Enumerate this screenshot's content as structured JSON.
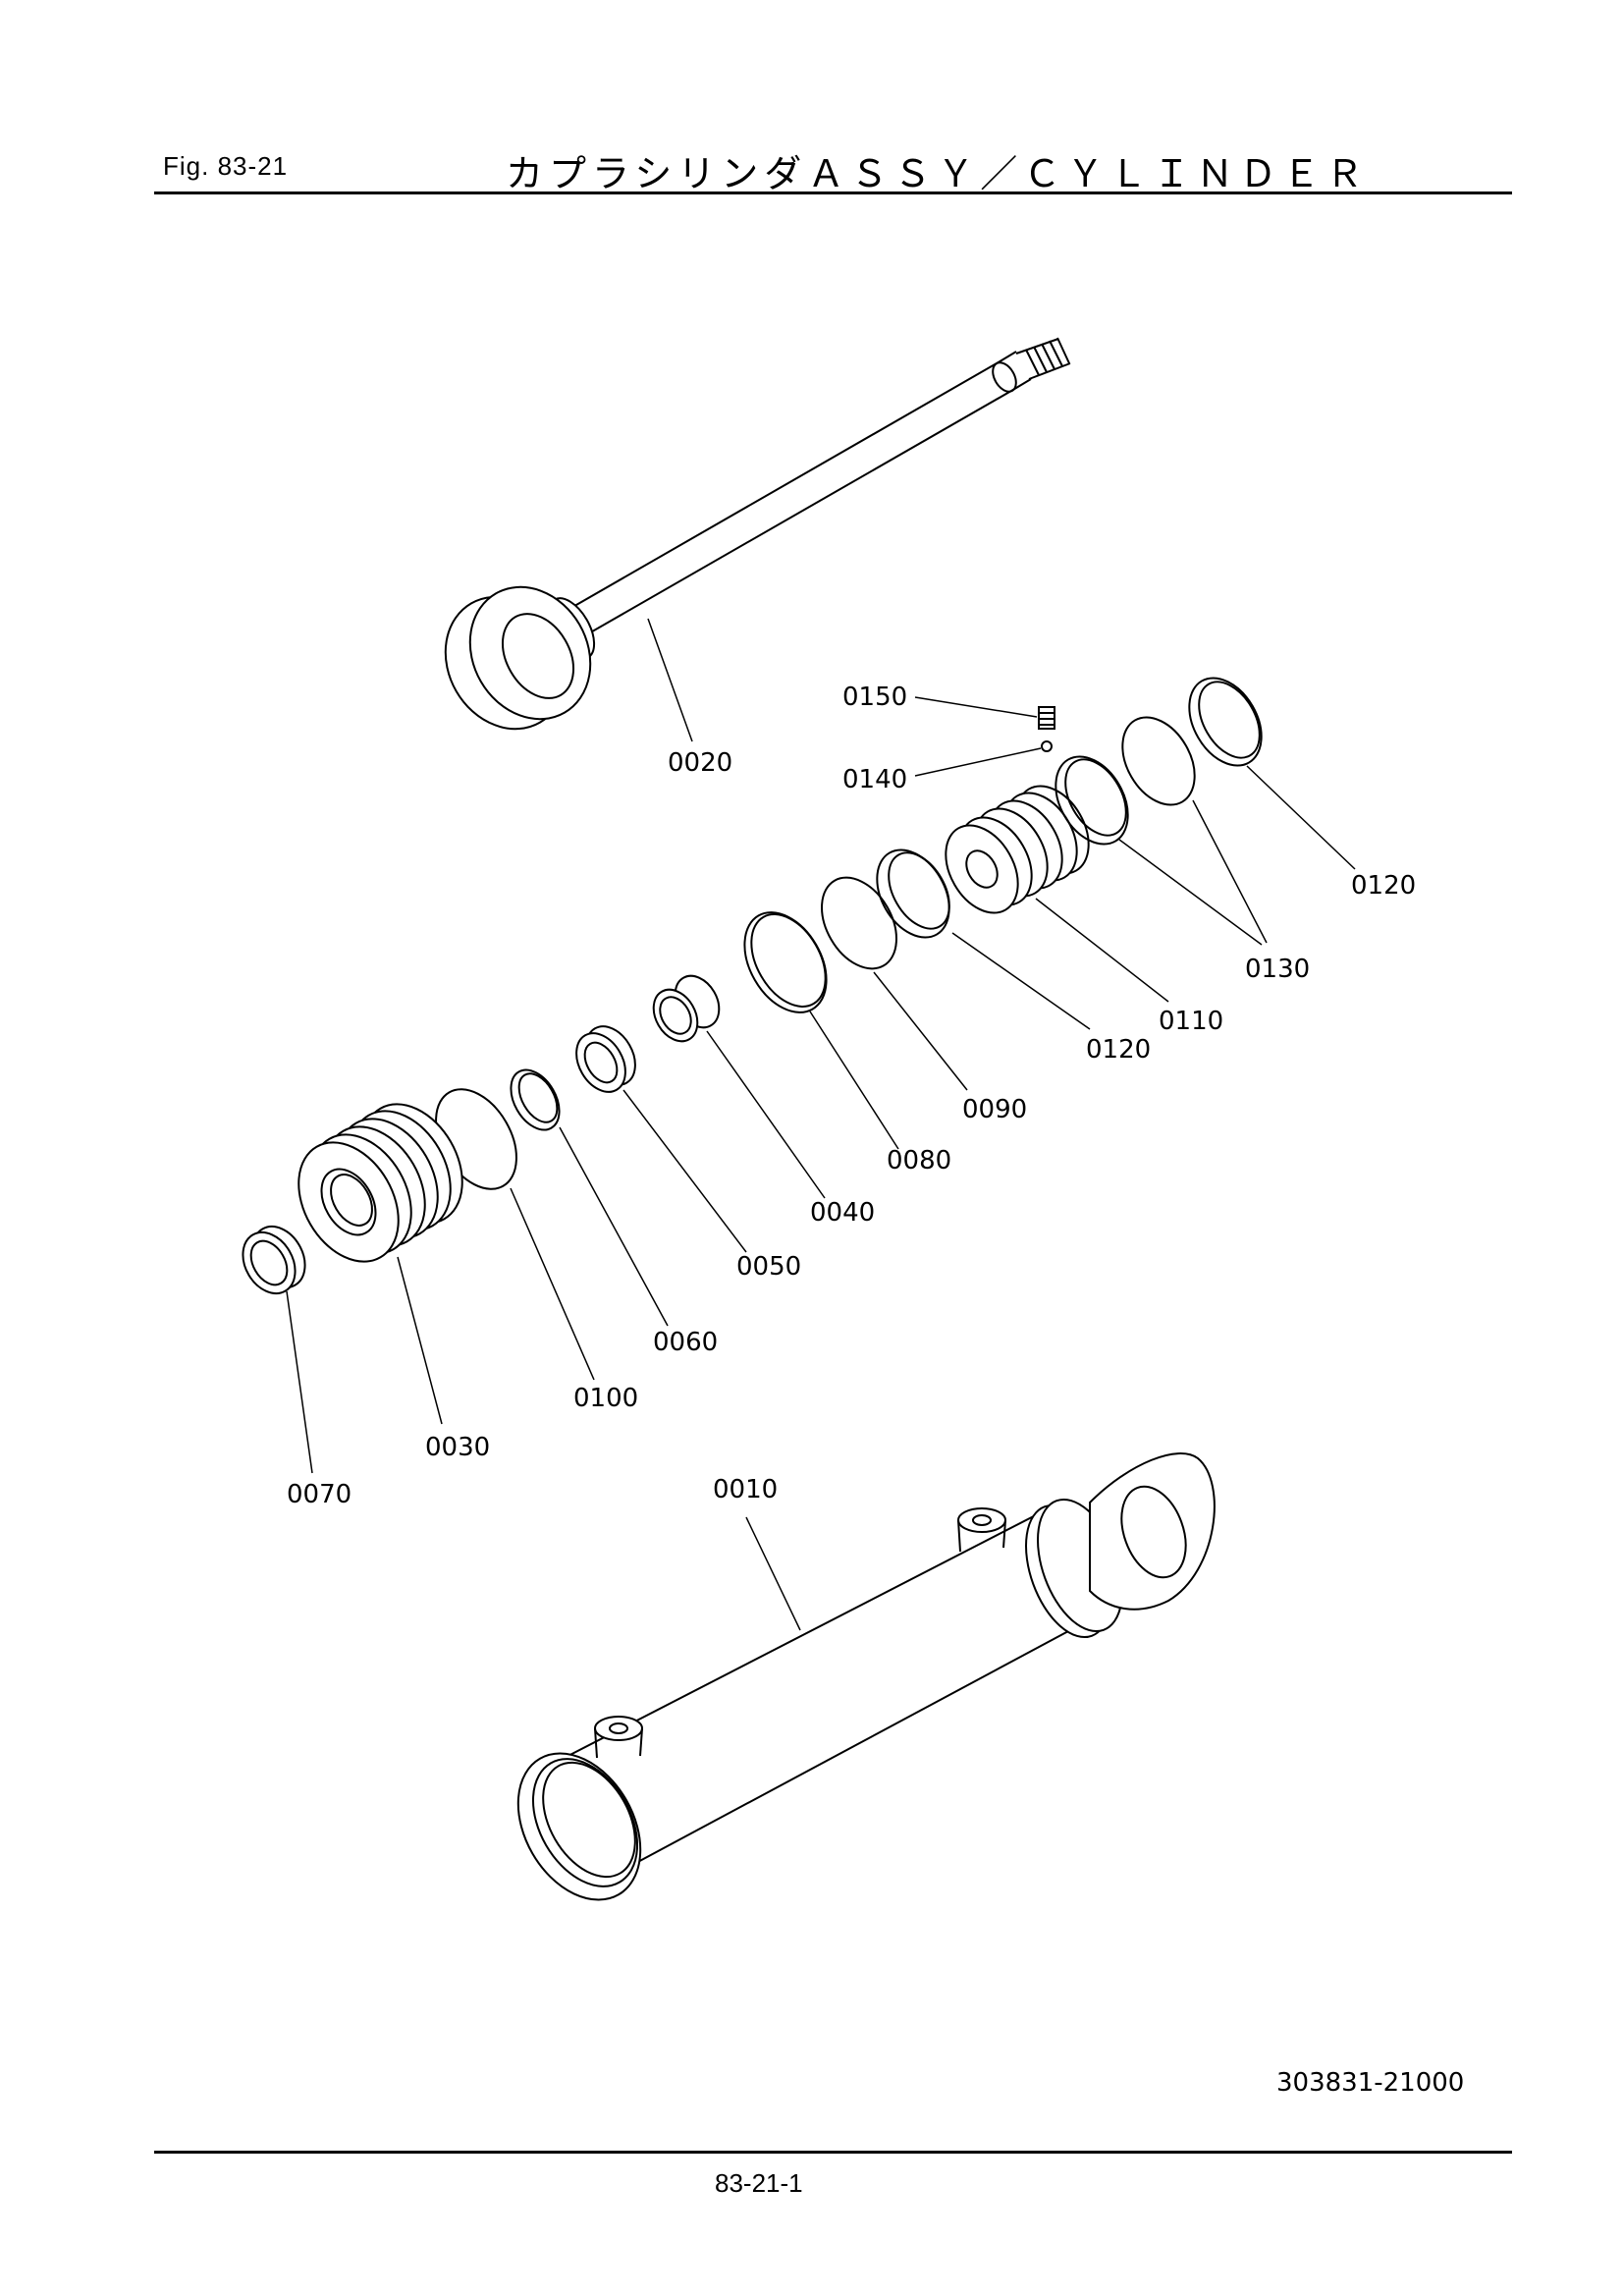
{
  "header": {
    "fig_label": "Fig.  83-21",
    "title": "カプラシリンダＡＳＳＹ／ＣＹＬＩＮＤＥＲ"
  },
  "callouts": {
    "p0010": "0010",
    "p0020": "0020",
    "p0030": "0030",
    "p0040": "0040",
    "p0050": "0050",
    "p0060": "0060",
    "p0070": "0070",
    "p0080": "0080",
    "p0090": "0090",
    "p0100": "0100",
    "p0110": "0110",
    "p0120a": "0120",
    "p0120b": "0120",
    "p0130": "0130",
    "p0140": "0140",
    "p0150": "0150"
  },
  "footer": {
    "drawing_number": "303831-21000",
    "page_number": "83-21-1"
  }
}
